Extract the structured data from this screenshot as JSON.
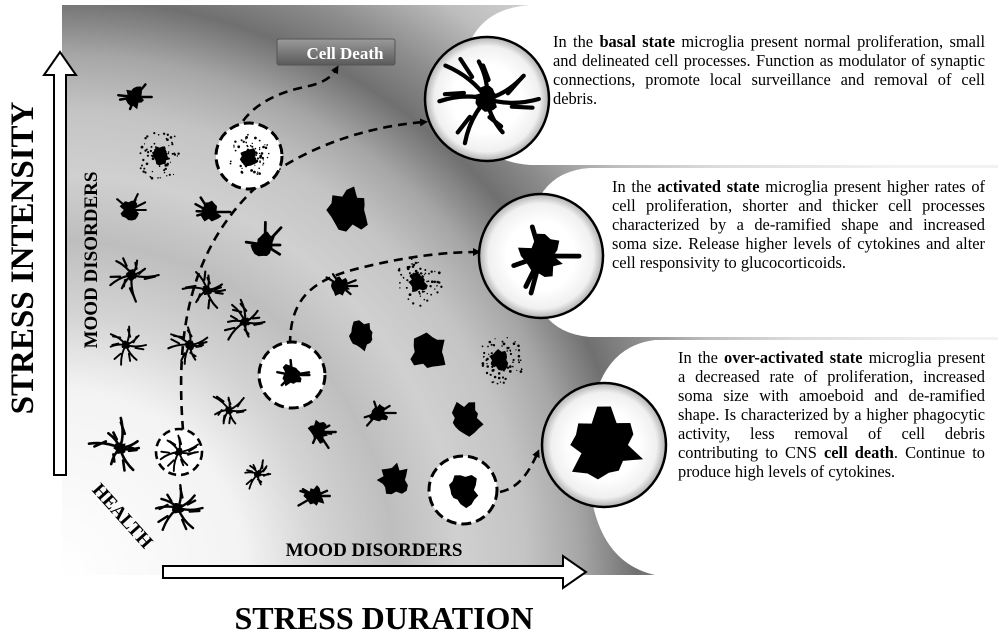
{
  "axes": {
    "y_title": "STRESS INTENSITY",
    "x_title": "STRESS DURATION"
  },
  "zones": {
    "health": "HEALTH",
    "mood_disorders_vertical": "MOOD DISORDERS",
    "mood_disorders_horizontal": "MOOD DISORDERS"
  },
  "cell_death_label": "Cell Death",
  "states": [
    {
      "pre": "In the ",
      "bold": "basal state",
      "post": " microglia present normal proliferation, small and delineated cell processes. Function as modulator of synaptic connections, promote local surveillance and removal of cell debris."
    },
    {
      "pre": "In the ",
      "bold": "activated state",
      "post": " microglia present higher rates of cell proliferation, shorter and thicker cell processes characterized by a de-ramified shape and increased soma size. Release higher levels of cytokines and alter cell responsivity to glucocorticoids."
    },
    {
      "pre": "In the ",
      "bold": "over-activated state",
      "post": " microglia present a decreased rate of proliferation, increased soma size with amoeboid and de-ramified shape. Is characterized by a higher phagocytic activity, less removal of cell debris contributing to CNS ",
      "bold2": "cell death",
      "post2": ". Continue to produce high levels of cytokines."
    }
  ]
}
